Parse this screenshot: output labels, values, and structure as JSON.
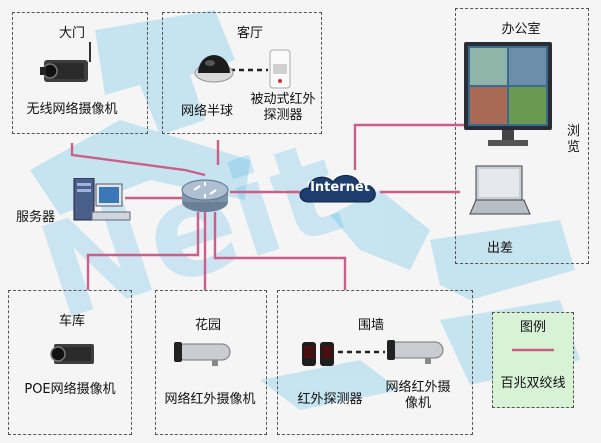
{
  "colors": {
    "wire": "#cc5f8a",
    "accent": "#19a3d8",
    "legend_bg": "#d8f2d6"
  },
  "watermark": "Neit",
  "zones": {
    "gate": {
      "title": "大门",
      "device": "无线网络摄像机"
    },
    "living": {
      "title": "客厅",
      "device_dome": "网络半球",
      "device_pir": "被动式红外\n探测器"
    },
    "office": {
      "title": "办公室",
      "browse": "浏览"
    },
    "garage": {
      "title": "车库",
      "device": "POE网络摄像机"
    },
    "garden": {
      "title": "花园",
      "device": "网络红外摄像机"
    },
    "fence": {
      "title": "围墙",
      "device_ir": "红外探测器",
      "device_cam": "网络红外摄\n像机"
    }
  },
  "server": {
    "label": "服务器"
  },
  "internet": {
    "label": "Internet"
  },
  "business_trip": {
    "label": "出差"
  },
  "legend": {
    "title": "图例",
    "item": "百兆双绞线"
  }
}
